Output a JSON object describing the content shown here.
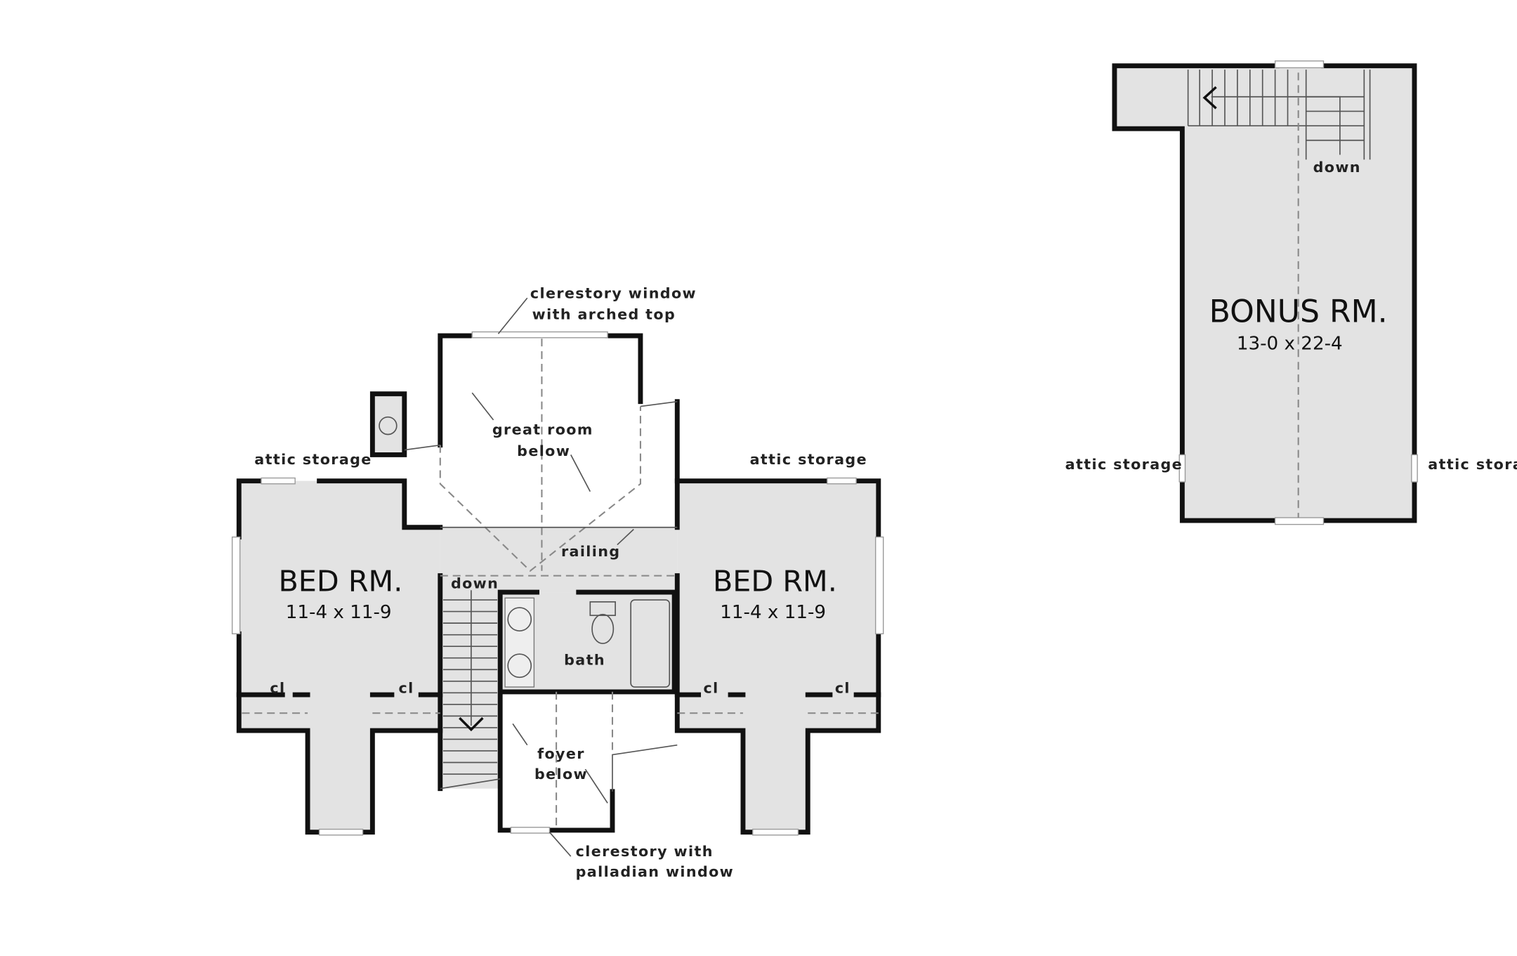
{
  "colors": {
    "floor_fill": "#e3e3e3",
    "open_below_fill": "#ffffff",
    "wall": "#111111"
  },
  "second_floor": {
    "clerestory_top": [
      "clerestory window",
      "with arched top"
    ],
    "great_room": [
      "great room",
      "below"
    ],
    "attic_storage_left": "attic storage",
    "attic_storage_right": "attic storage",
    "railing": "railing",
    "bed_left": {
      "name": "BED RM.",
      "size": "11-4 x 11-9"
    },
    "bed_right": {
      "name": "BED RM.",
      "size": "11-4 x 11-9"
    },
    "stair_down": "down",
    "bath": "bath",
    "closets": [
      "cl",
      "cl",
      "cl",
      "cl"
    ],
    "foyer": [
      "foyer",
      "below"
    ],
    "clerestory_bottom": [
      "clerestory with",
      "palladian window"
    ]
  },
  "bonus": {
    "name": "BONUS RM.",
    "size": "13-0 x 22-4",
    "stair_down": "down",
    "attic_storage_left": "attic storage",
    "attic_storage_right": "attic storag"
  }
}
